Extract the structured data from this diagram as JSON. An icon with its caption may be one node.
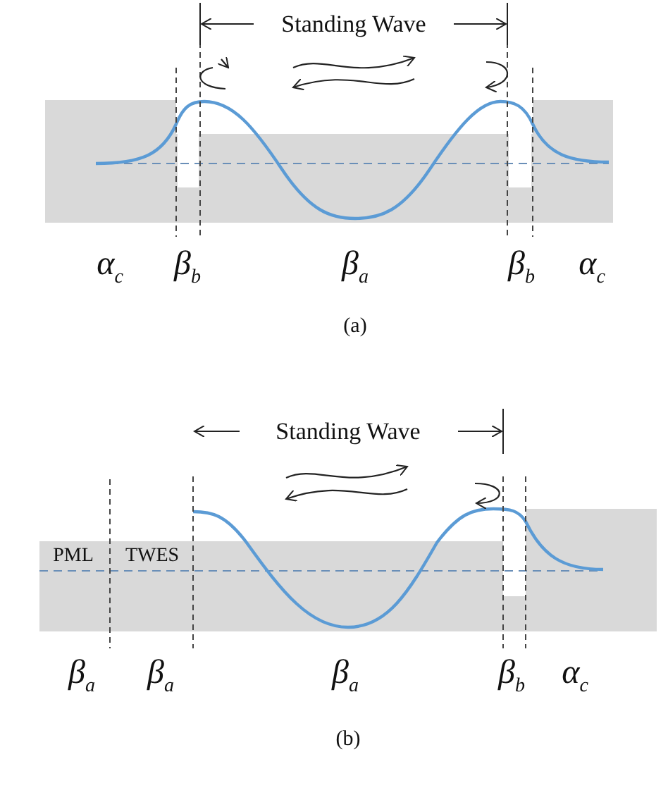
{
  "diagram": {
    "labels": [
      "Standing Wave",
      "α$_{c}$",
      "β$_{b}$",
      "β$_{a}$",
      "β$_{b}$",
      "α$_{c}$",
      "(a)",
      "Standing Wave",
      "PML",
      "TWES",
      "β$_{a}$",
      "β$_{a}$",
      "β$_{a}$",
      "β$_{b}$",
      "α$_{c}$",
      "(b)"
    ]
  }
}
